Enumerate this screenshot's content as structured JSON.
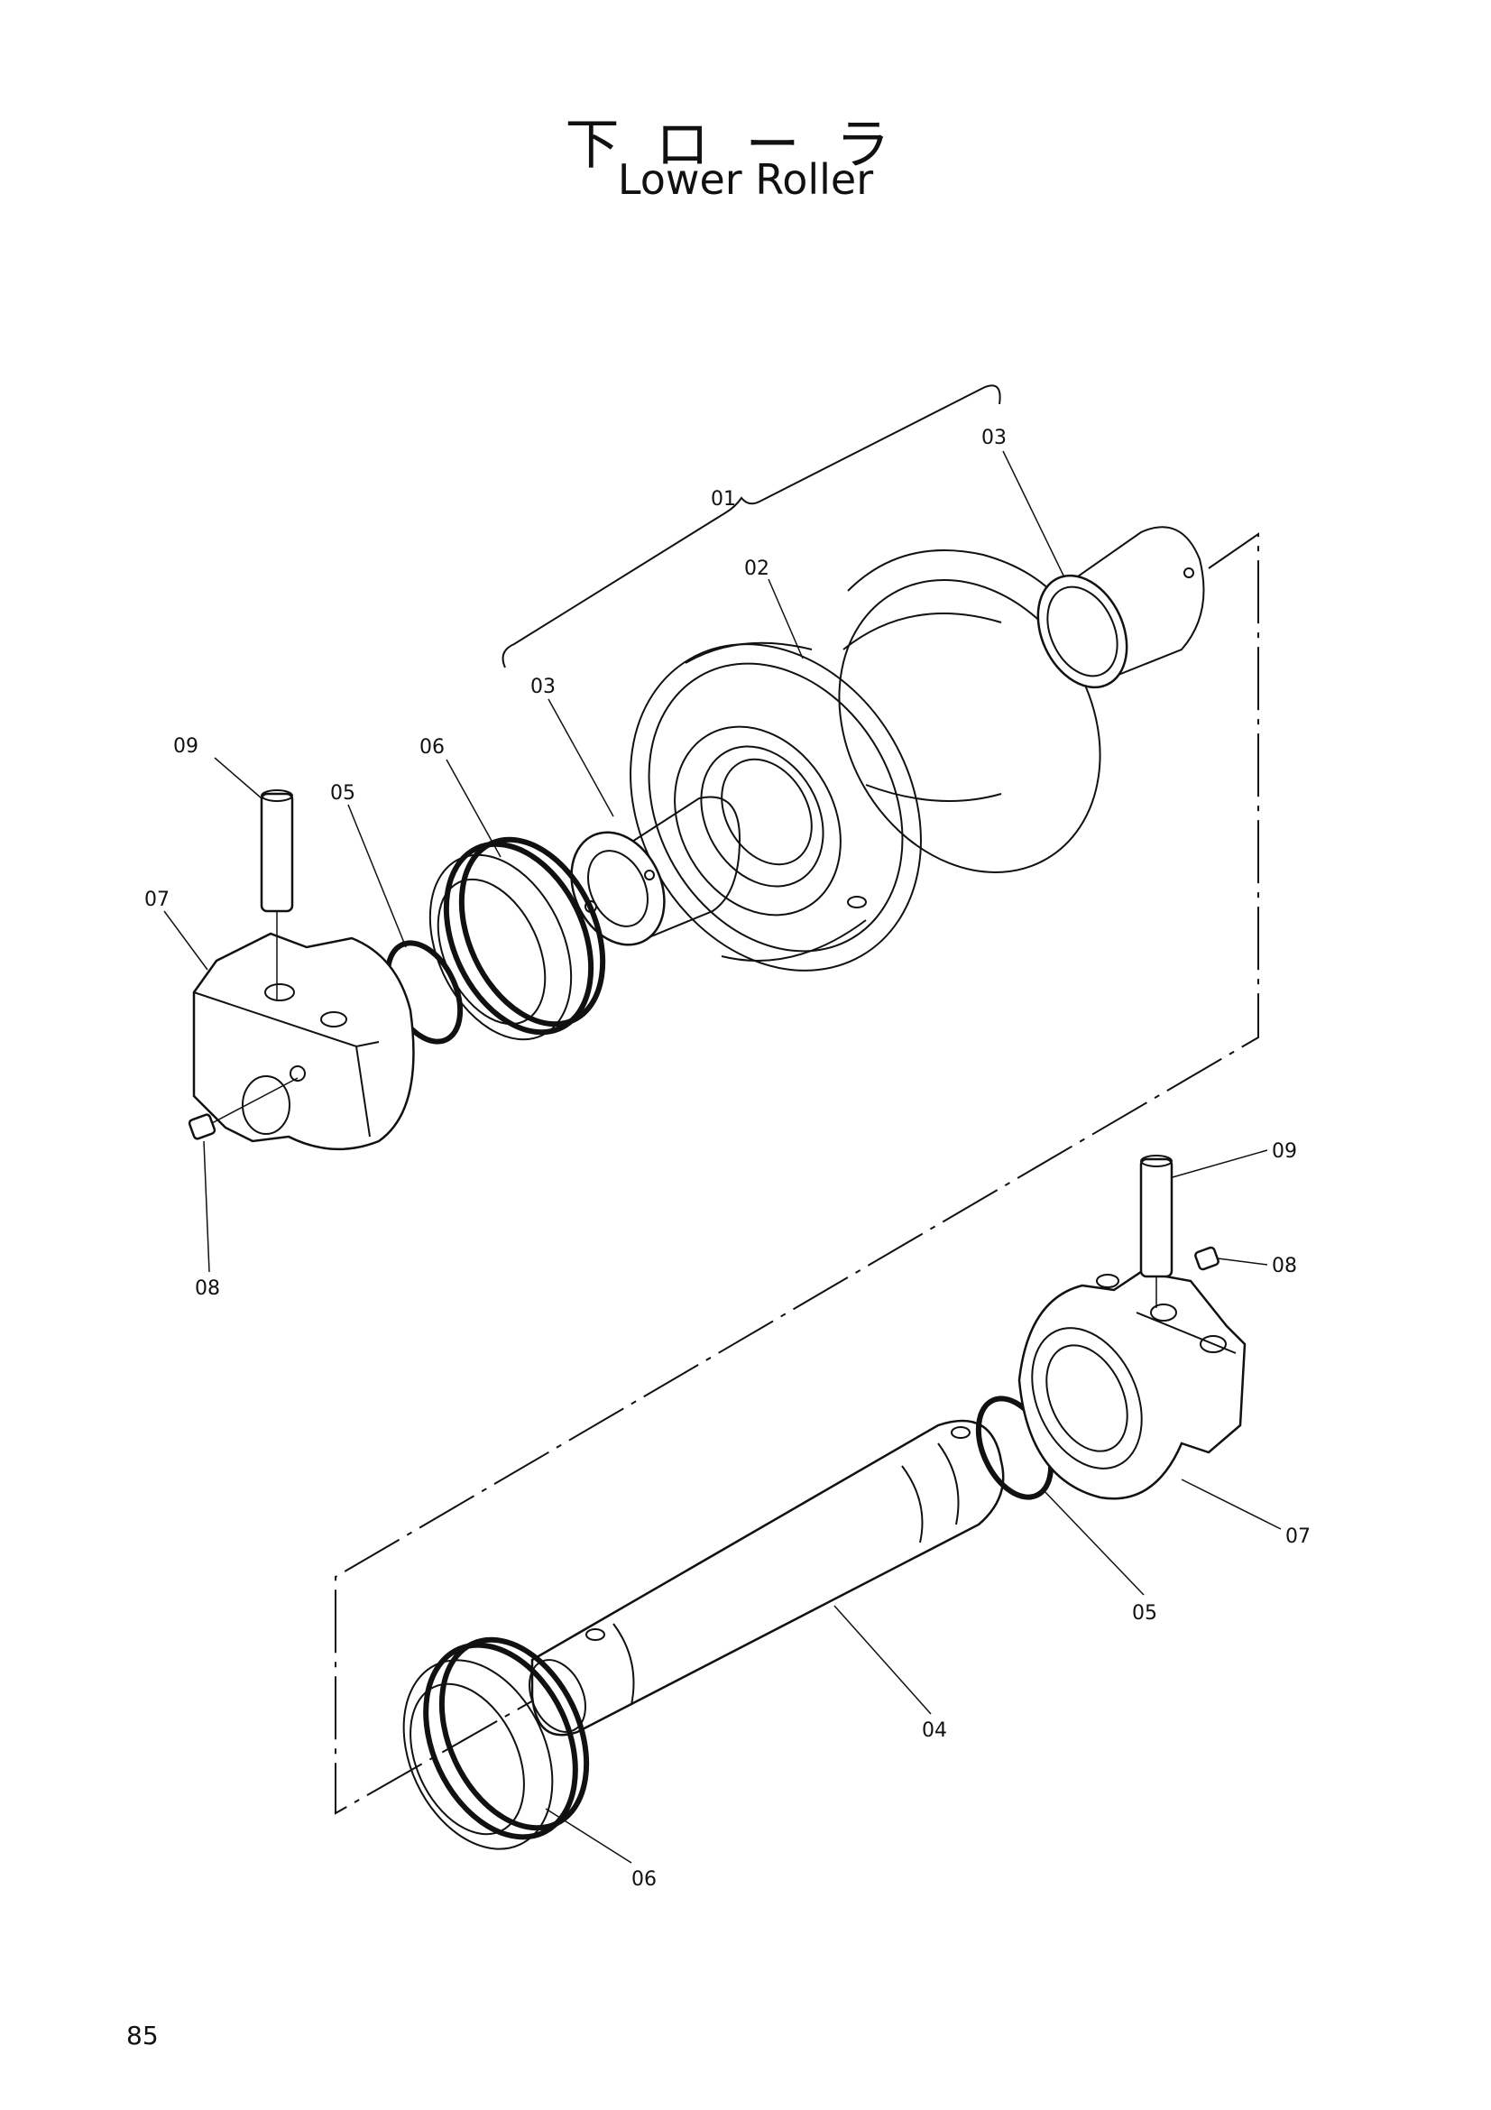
{
  "title": {
    "japanese": "下ローラ",
    "english": "Lower Roller"
  },
  "callouts": {
    "c01": "01",
    "c02": "02",
    "c03_top": "03",
    "c03_mid": "03",
    "c04": "04",
    "c05_left": "05",
    "c05_right": "05",
    "c06_left": "06",
    "c06_bottom": "06",
    "c07_left": "07",
    "c07_right": "07",
    "c08_left": "08",
    "c08_right": "08",
    "c09_left": "09",
    "c09_right": "09"
  },
  "page_number": "85"
}
